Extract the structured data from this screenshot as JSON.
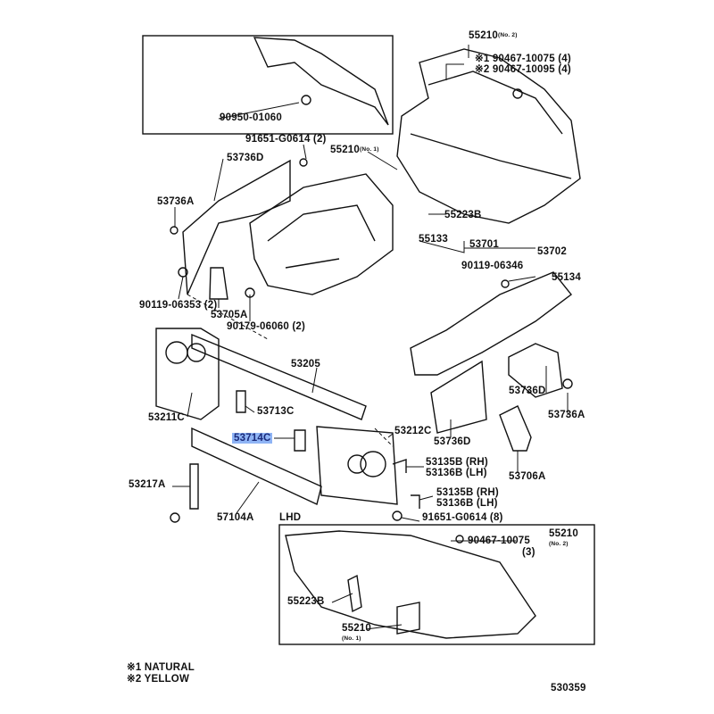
{
  "diagram": {
    "callouts": {
      "p55210_no2_top": "55210",
      "no2": "(No. 2)",
      "no1": "(No. 1)",
      "bolt1_top": "※1 90467-10075 (4)",
      "bolt2_top": "※2 90467-10095 (4)",
      "p90950": "90950-01060",
      "p91651_2": "91651-G0614 (2)",
      "p55210_no1_top": "55210",
      "p53736D_left": "53736D",
      "p53736A_left": "53736A",
      "p55223B_top": "55223B",
      "p55133": "55133",
      "p53701": "53701",
      "p53702": "53702",
      "p90119_06346": "90119-06346",
      "p55134": "55134",
      "p90119_06353": "90119-06353 (2)",
      "p53705A": "53705A",
      "p90179": "90179-06060 (2)",
      "p53205": "53205",
      "p53713C": "53713C",
      "p53211C": "53211C",
      "p53736D_right": "53736D",
      "p53736A_right": "53736A",
      "p53714C": "53714C",
      "p53212C": "53212C",
      "p53736D_mid": "53736D",
      "p53135B_1": "53135B (RH)",
      "p53136B_1": "53136B (LH)",
      "p53706A": "53706A",
      "p53217A": "53217A",
      "p53135B_2": "53135B (RH)",
      "p53136B_2": "53136B (LH)",
      "p57104A": "57104A",
      "lhd": "LHD",
      "p91651_8": "91651-G0614 (8)",
      "p90467_lhd": "90467-10075",
      "qty3": "(3)",
      "p55210_no2_lhd": "55210",
      "p55223B_lhd": "55223B",
      "p55210_no1_lhd": "55210"
    },
    "legend": [
      "※1 NATURAL",
      "※2 YELLOW"
    ],
    "diagram_number": "530359",
    "highlight_part": "53714C",
    "colors": {
      "highlight": "#8fb4f5",
      "highlight_text": "#1a2a7a",
      "line": "#111111"
    }
  }
}
